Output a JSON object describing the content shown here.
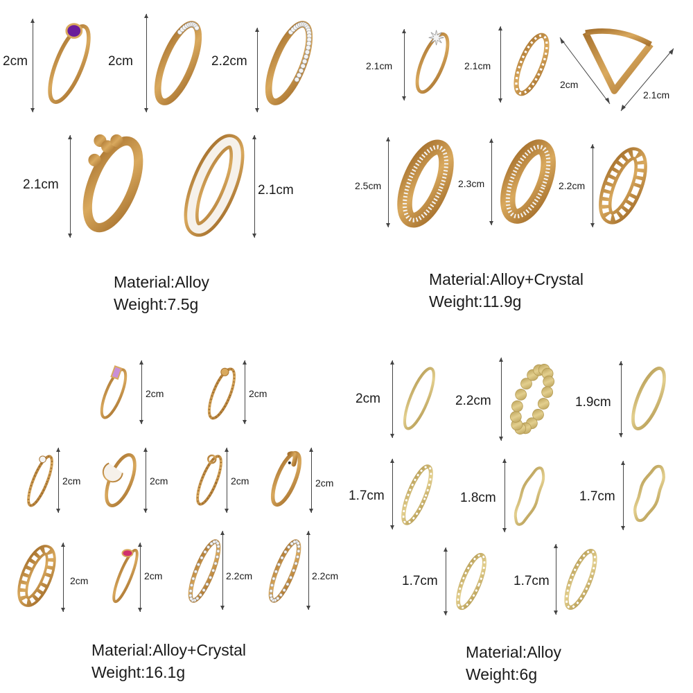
{
  "panels": [
    {
      "material": "Material:Alloy",
      "weight": "Weight:7.5g",
      "sizes": [
        "2cm",
        "2cm",
        "2.2cm",
        "2.1cm",
        "2.1cm"
      ]
    },
    {
      "material": "Material:Alloy+Crystal",
      "weight": "Weight:11.9g",
      "sizes": [
        "2.1cm",
        "2.1cm",
        "2cm",
        "2.1cm",
        "2.5cm",
        "2.3cm",
        "2.2cm"
      ]
    },
    {
      "material": "Material:Alloy+Crystal",
      "weight": "Weight:16.1g",
      "sizes": [
        "2cm",
        "2cm",
        "2cm",
        "2cm",
        "2cm",
        "2cm",
        "2cm",
        "2cm",
        "2.2cm",
        "2.2cm"
      ]
    },
    {
      "material": "Material:Alloy",
      "weight": "Weight:6g",
      "sizes": [
        "2cm",
        "2.2cm",
        "1.9cm",
        "1.7cm",
        "1.8cm",
        "1.7cm",
        "1.7cm",
        "1.7cm"
      ]
    }
  ],
  "colors": {
    "gold_warm": "#d9a95e",
    "gold_dark": "#a8732f",
    "gold_pale": "#e3cf8e",
    "gold_pale_dark": "#b49a52",
    "gem_purple": "#6a1c9a",
    "gem_pink": "#d0306e",
    "gem_lilac": "#c98fd6",
    "enamel_white": "#f6f1ea",
    "crystal": "#f4f4f4"
  },
  "ring_styles": [
    "purple-teardrop-ring",
    "thin-crystal-band-ring",
    "chevron-crystal-ring",
    "branch-open-ring",
    "white-enamel-band-ring",
    "star-crystal-ring",
    "twisted-ring",
    "chevron-ring",
    "layered-crystal-ring",
    "open-chain-crystal-ring",
    "chain-link-ring",
    "lilac-gem-ring",
    "round-top-beaded-ring",
    "crystal-beaded-ring",
    "moon-knot-ring",
    "circle-top-ring",
    "snake-ring",
    "chain-band-ring",
    "pink-oval-gem-ring",
    "crystal-eternity-ring-a",
    "crystal-eternity-ring-b",
    "pale-plain-ring-a",
    "pale-bead-ring",
    "pale-plain-ring-b",
    "pale-twist-ring-a",
    "pale-wave-ring",
    "pale-hammered-ring",
    "pale-twist-ring-b",
    "pale-twist-ring-c"
  ]
}
